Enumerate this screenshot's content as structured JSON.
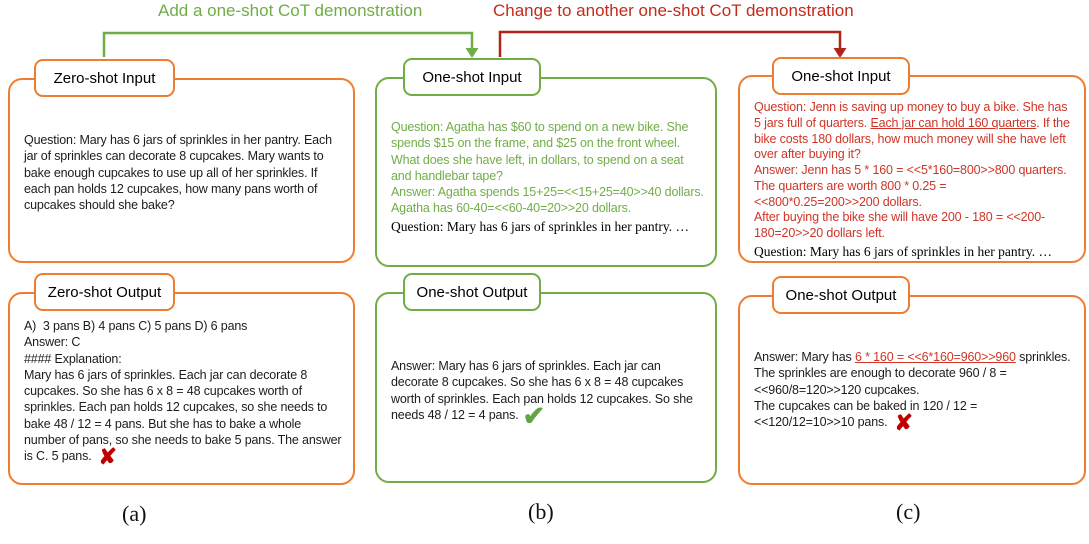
{
  "figure": {
    "green_arrow_label": "Add a one-shot CoT demonstration",
    "red_arrow_label": "Change to another one-shot CoT demonstration"
  },
  "panel_a": {
    "caption": "(a)",
    "input": {
      "title": "Zero-shot Input",
      "question": "Question: Mary has 6 jars of sprinkles in her pantry. Each jar of sprinkles can decorate 8 cupcakes. Mary wants to bake enough cupcakes to use up all of her sprinkles. If each pan holds 12 cupcakes, how many pans worth of cupcakes should she bake?"
    },
    "output": {
      "title": "Zero-shot Output",
      "options_line": "A)  3 pans B) 4 pans C) 5 pans D) 6 pans",
      "answer_line": "Answer: C",
      "explanation_header": "#### Explanation:",
      "explanation": "Mary has 6 jars of sprinkles. Each jar can decorate 8 cupcakes. So she has 6 x 8 = 48 cupcakes worth of sprinkles. Each pan holds 12 cupcakes, so she needs to bake 48 / 12 = 4 pans. But she has to bake a whole number of pans, so she needs to bake 5 pans. The answer is C. 5 pans.",
      "verdict_mark": "✘"
    }
  },
  "panel_b": {
    "caption": "(b)",
    "input": {
      "title": "One-shot Input",
      "demo_question": "Question: Agatha has $60 to spend on a new bike. She spends $15 on the frame, and $25 on the front wheel. What does she have left, in dollars, to spend on a seat and handlebar tape?",
      "demo_answer_line1": "Answer: Agatha spends 15+25=<<15+25=40>>40 dollars.",
      "demo_answer_line2": "Agatha has 60-40=<<60-40=20>>20 dollars.",
      "task_question": "Question: Mary has 6 jars of sprinkles in her pantry. …"
    },
    "output": {
      "title": "One-shot Output",
      "answer": "Answer: Mary has 6 jars of sprinkles. Each jar can decorate 8 cupcakes. So she has 6 x 8 = 48 cupcakes worth of sprinkles. Each pan holds 12 cupcakes. So she needs 48 / 12 = 4 pans.",
      "verdict_mark": "✔"
    }
  },
  "panel_c": {
    "caption": "(c)",
    "input": {
      "title": "One-shot Input",
      "demo_question_part1": "Question: Jenn is saving up money to buy a bike. She has 5 jars full of quarters. ",
      "demo_question_underlined": "Each jar can hold 160 quarters",
      "demo_question_part2": ". If the bike costs 180 dollars, how much money will she have left over after buying it?",
      "demo_answer_line1": "Answer: Jenn has 5 * 160 = <<5*160=800>>800 quarters.",
      "demo_answer_line2": "The quarters are worth 800 * 0.25 = <<800*0.25=200>>200 dollars.",
      "demo_answer_line3": "After buying the bike she will have 200 - 180 = <<200-180=20>>20 dollars left.",
      "task_question": "Question: Mary has 6 jars of sprinkles in her pantry. …"
    },
    "output": {
      "title": "One-shot Output",
      "answer_part1": "Answer: Mary has ",
      "answer_underlined": "6 * 160 = <<6*160=960>>960",
      "answer_part2": " sprinkles. The sprinkles are enough to decorate 960 / 8 = <<960/8=120>>120 cupcakes.",
      "answer_line2": "The cupcakes can be baked in 120 / 12 = <<120/12=10>>10 pans.",
      "verdict_mark": "✘"
    }
  },
  "colors": {
    "orange_border": "#ED7D31",
    "green_border": "#70AD47",
    "green_text": "#71AD49",
    "red_text": "#CF3527",
    "arrow_green": "#6FAD47",
    "arrow_red": "#B42318",
    "cross_red": "#C00000",
    "check_green": "#62A544"
  }
}
